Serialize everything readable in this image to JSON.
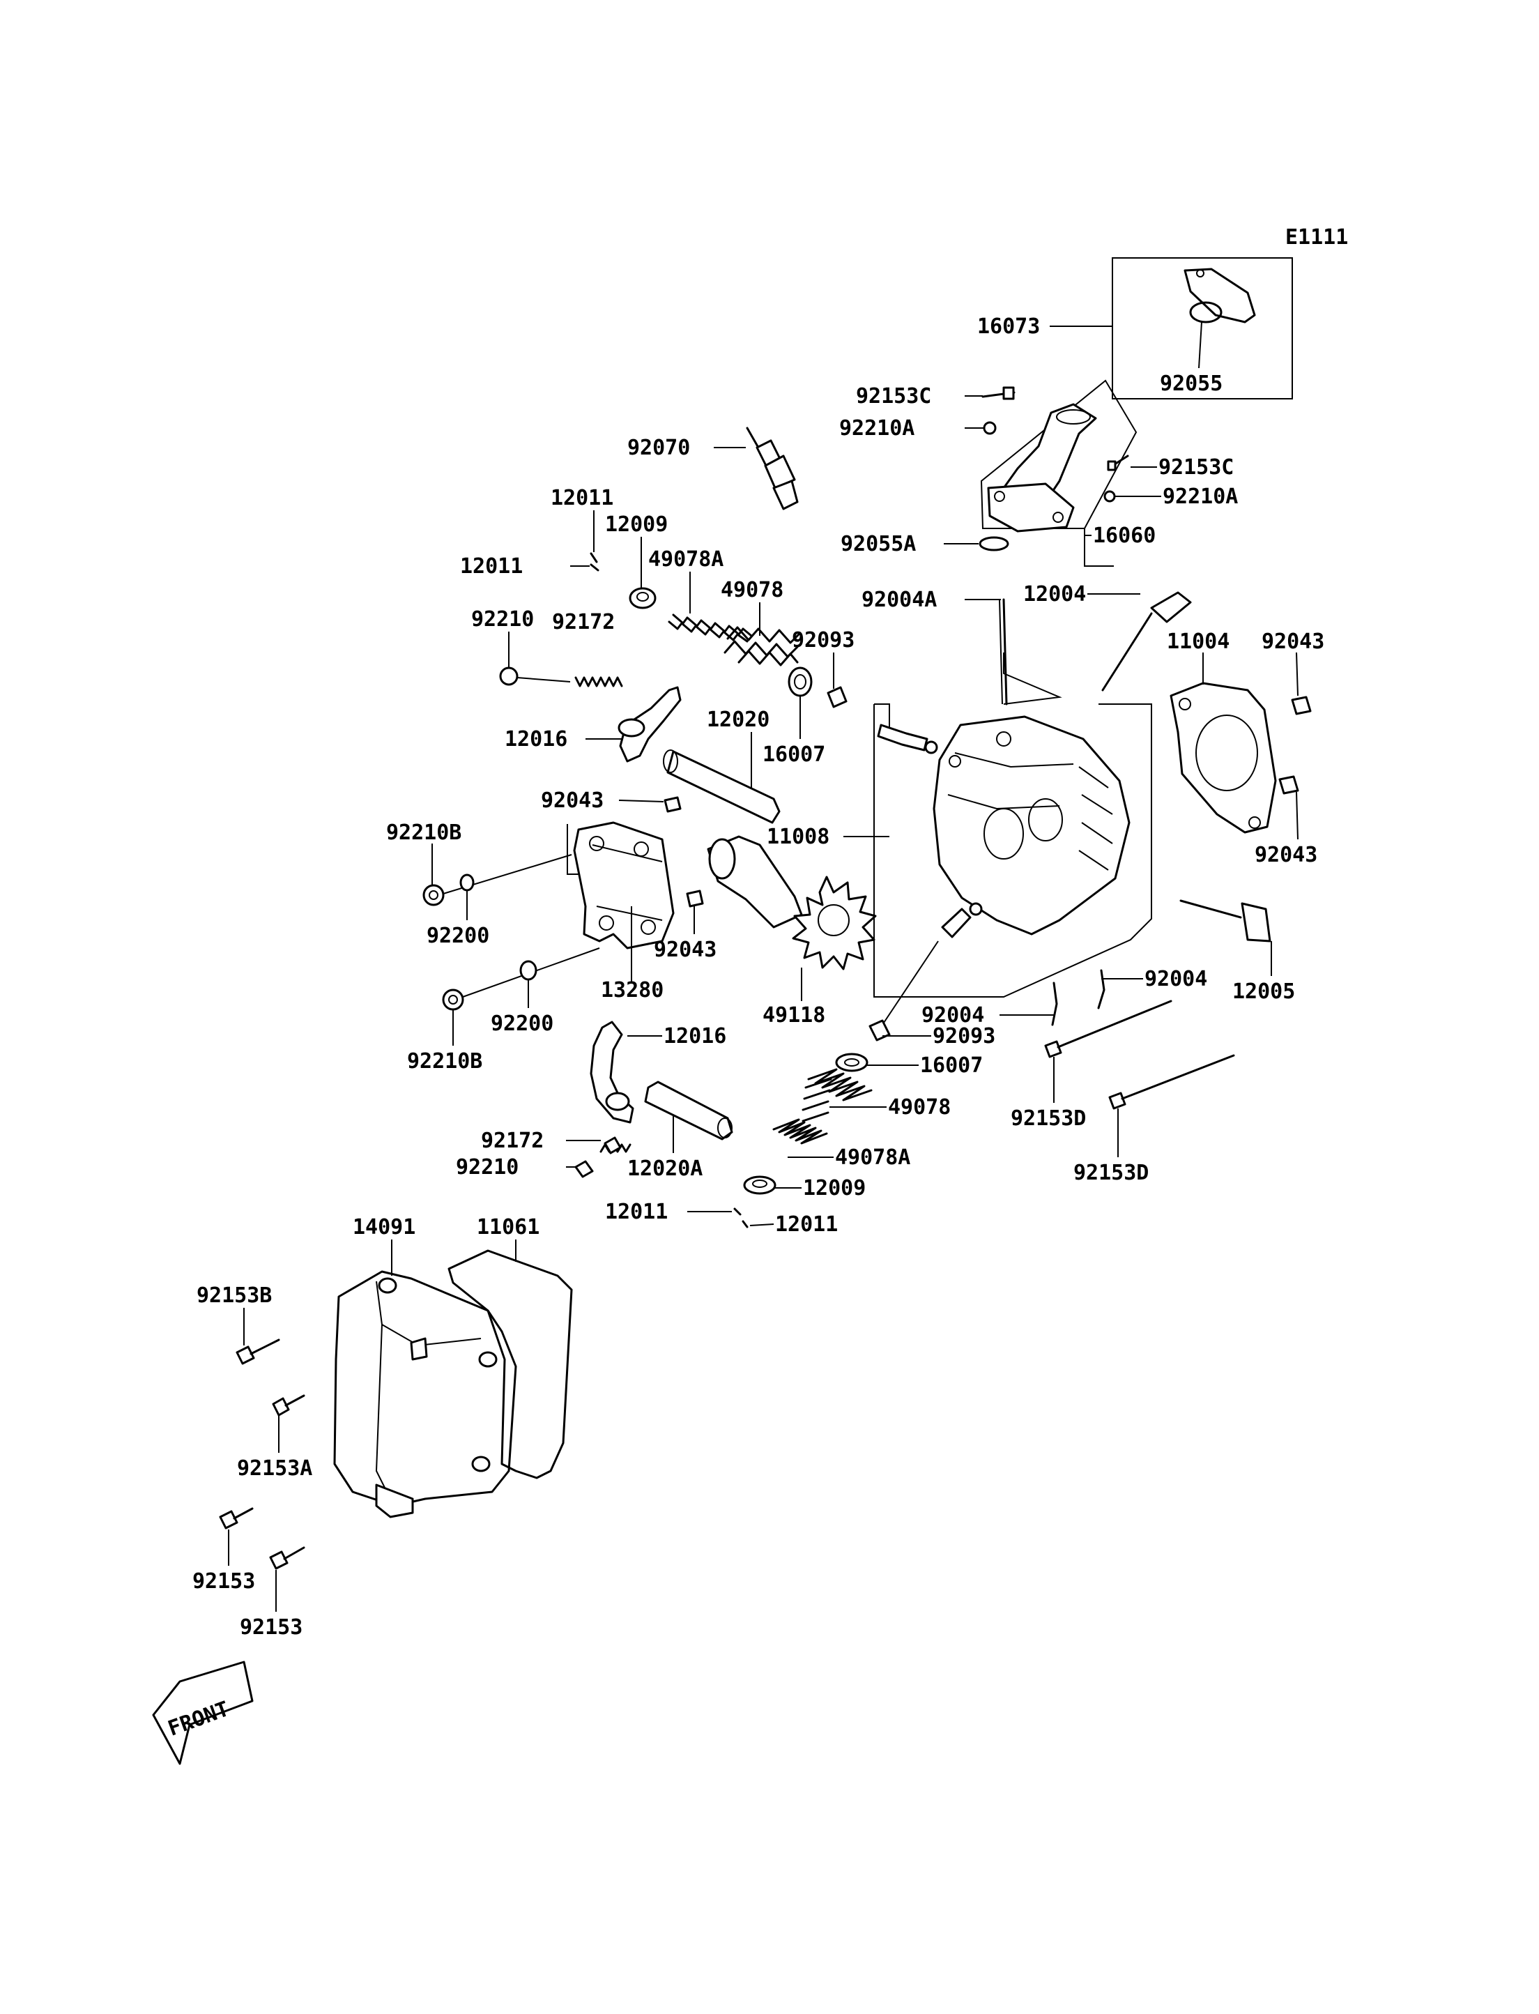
{
  "diagram": {
    "code": "E1111",
    "front_label": "FRONT",
    "callouts": [
      {
        "id": "c16073",
        "text": "16073"
      },
      {
        "id": "c92055",
        "text": "92055"
      },
      {
        "id": "c92153C_1",
        "text": "92153C"
      },
      {
        "id": "c92210A_1",
        "text": "92210A"
      },
      {
        "id": "c92153C_2",
        "text": "92153C"
      },
      {
        "id": "c92210A_2",
        "text": "92210A"
      },
      {
        "id": "c92055A",
        "text": "92055A"
      },
      {
        "id": "c16060",
        "text": "16060"
      },
      {
        "id": "c92070",
        "text": "92070"
      },
      {
        "id": "c12011_1",
        "text": "12011"
      },
      {
        "id": "c12009_1",
        "text": "12009"
      },
      {
        "id": "c12011_2",
        "text": "12011"
      },
      {
        "id": "c49078A_1",
        "text": "49078A"
      },
      {
        "id": "c49078_1",
        "text": "49078"
      },
      {
        "id": "c92004A",
        "text": "92004A"
      },
      {
        "id": "c12004",
        "text": "12004"
      },
      {
        "id": "c11004",
        "text": "11004"
      },
      {
        "id": "c92043_1",
        "text": "92043"
      },
      {
        "id": "c92210_1",
        "text": "92210"
      },
      {
        "id": "c92172_1",
        "text": "92172"
      },
      {
        "id": "c92093_1",
        "text": "92093"
      },
      {
        "id": "c12020",
        "text": "12020"
      },
      {
        "id": "c12016_1",
        "text": "12016"
      },
      {
        "id": "c16007_1",
        "text": "16007"
      },
      {
        "id": "c92043_2",
        "text": "92043"
      },
      {
        "id": "c92210B_1",
        "text": "92210B"
      },
      {
        "id": "c11008",
        "text": "11008"
      },
      {
        "id": "c92043_3",
        "text": "92043"
      },
      {
        "id": "c92200_1",
        "text": "92200"
      },
      {
        "id": "c92043_4",
        "text": "92043"
      },
      {
        "id": "c13280",
        "text": "13280"
      },
      {
        "id": "c49118",
        "text": "49118"
      },
      {
        "id": "c92004_1",
        "text": "92004"
      },
      {
        "id": "c92004_2",
        "text": "92004"
      },
      {
        "id": "c12005",
        "text": "12005"
      },
      {
        "id": "c92200_2",
        "text": "92200"
      },
      {
        "id": "c92210B_2",
        "text": "92210B"
      },
      {
        "id": "c12016_2",
        "text": "12016"
      },
      {
        "id": "c92093_2",
        "text": "92093"
      },
      {
        "id": "c16007_2",
        "text": "16007"
      },
      {
        "id": "c49078_2",
        "text": "49078"
      },
      {
        "id": "c92153D_1",
        "text": "92153D"
      },
      {
        "id": "c92172_2",
        "text": "92172"
      },
      {
        "id": "c49078A_2",
        "text": "49078A"
      },
      {
        "id": "c92210_2",
        "text": "92210"
      },
      {
        "id": "c12020A",
        "text": "12020A"
      },
      {
        "id": "c12009_2",
        "text": "12009"
      },
      {
        "id": "c92153D_2",
        "text": "92153D"
      },
      {
        "id": "c12011_3",
        "text": "12011"
      },
      {
        "id": "c12011_4",
        "text": "12011"
      },
      {
        "id": "c14091",
        "text": "14091"
      },
      {
        "id": "c11061",
        "text": "11061"
      },
      {
        "id": "c92153B",
        "text": "92153B"
      },
      {
        "id": "c92153A",
        "text": "92153A"
      },
      {
        "id": "c92153_1",
        "text": "92153"
      },
      {
        "id": "c92153_2",
        "text": "92153"
      }
    ]
  }
}
